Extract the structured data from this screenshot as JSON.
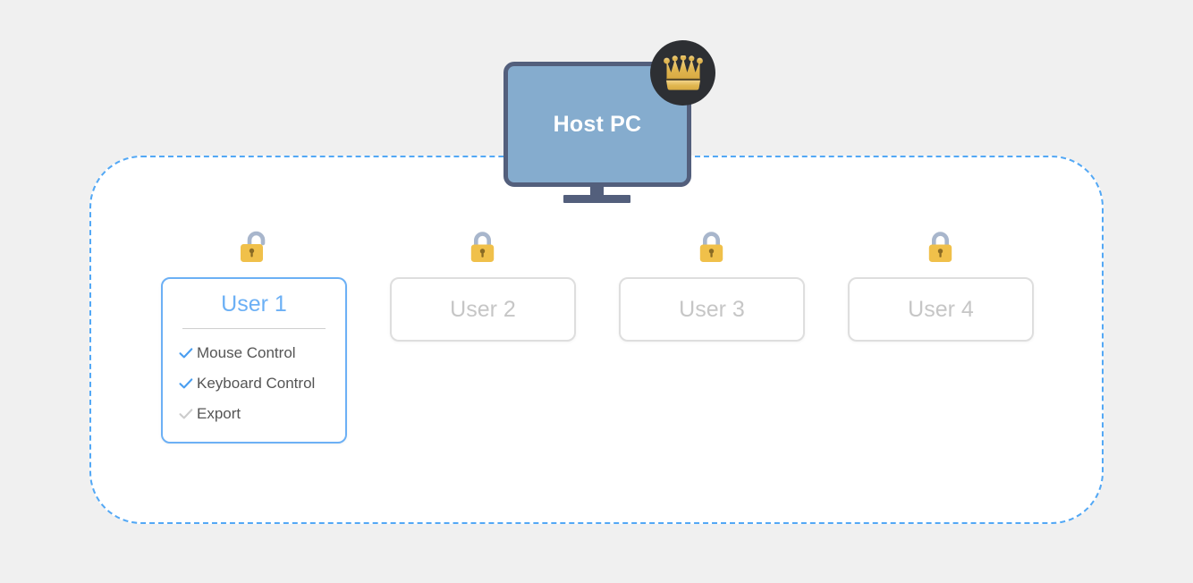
{
  "background_color": "#f0f0f0",
  "host": {
    "label": "Host PC",
    "screen_color": "#85acce",
    "bezel_color": "#535f7c",
    "badge": {
      "icon": "crown-icon",
      "circle_color": "#2d2f33",
      "crown_color": "#e8c367"
    }
  },
  "session_area": {
    "border_color": "#53a8f5",
    "border_style": "dashed",
    "fill_color": "#ffffff"
  },
  "users": [
    {
      "name": "User 1",
      "state": "active",
      "lock": {
        "icon": "lock-open-icon",
        "state": "unlocked",
        "body_color": "#f0c04a",
        "shackle_color": "#a8b6cc"
      },
      "accent_color": "#6cb0f5",
      "permissions": [
        {
          "label": "Mouse Control",
          "icon": "check-icon",
          "granted": true,
          "check_color": "#4a9ef0"
        },
        {
          "label": "Keyboard Control",
          "icon": "check-icon",
          "granted": true,
          "check_color": "#4a9ef0"
        },
        {
          "label": "Export",
          "icon": "check-icon",
          "granted": false,
          "check_color": "#cccccc"
        }
      ]
    },
    {
      "name": "User 2",
      "state": "empty",
      "lock": {
        "icon": "lock-closed-icon",
        "state": "locked",
        "body_color": "#f0c04a",
        "shackle_color": "#a8b6cc"
      }
    },
    {
      "name": "User 3",
      "state": "empty",
      "lock": {
        "icon": "lock-closed-icon",
        "state": "locked",
        "body_color": "#f0c04a",
        "shackle_color": "#a8b6cc"
      }
    },
    {
      "name": "User 4",
      "state": "empty",
      "lock": {
        "icon": "lock-closed-icon",
        "state": "locked",
        "body_color": "#f0c04a",
        "shackle_color": "#a8b6cc"
      }
    }
  ]
}
